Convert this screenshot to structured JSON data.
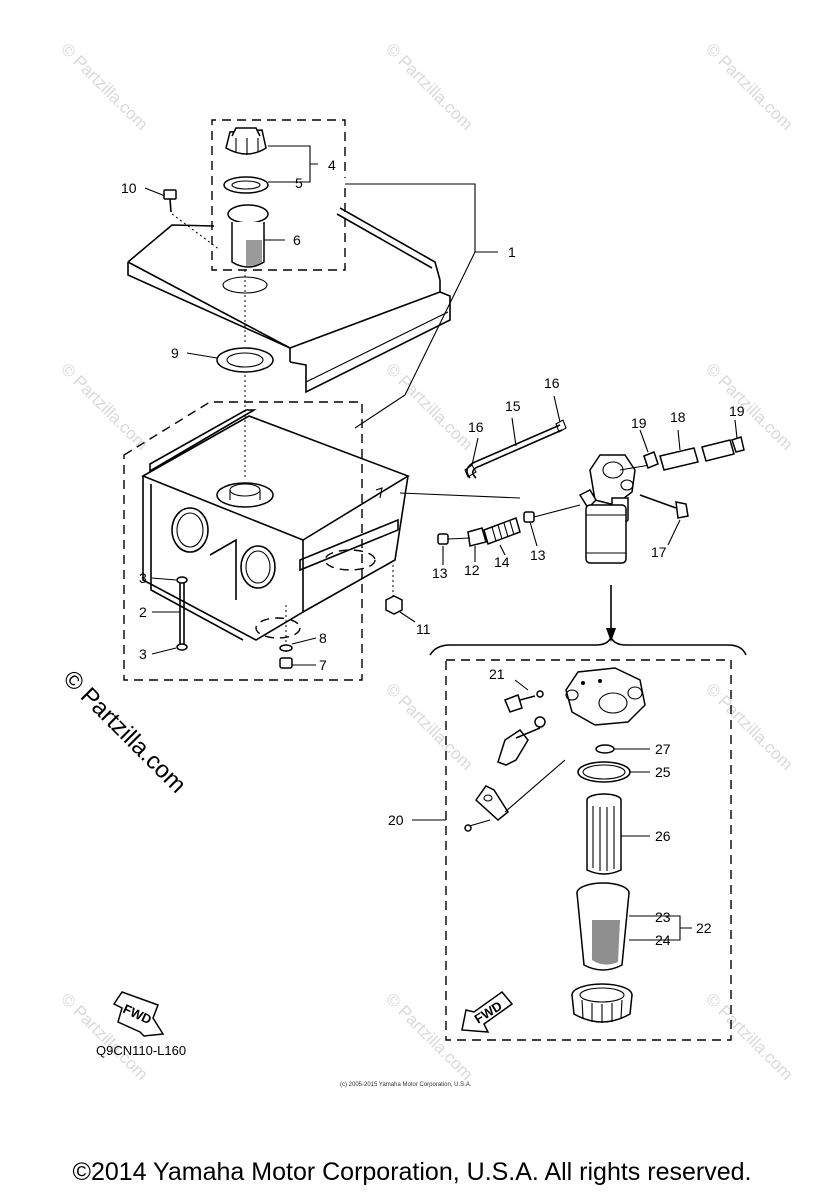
{
  "watermark": "© Partzilla.com",
  "watermark_large": "© Partzilla.com",
  "diagram_code": "Q9CN110-L160",
  "fwd_label": "FWD",
  "fine_print": "(c) 2005-2015 Yamaha Motor Corporation, U.S.A.",
  "copyright": "©2014 Yamaha Motor Corporation, U.S.A. All rights reserved.",
  "callouts": [
    "1",
    "2",
    "3",
    "3",
    "4",
    "5",
    "6",
    "7",
    "8",
    "9",
    "10",
    "11",
    "12",
    "13",
    "13",
    "14",
    "15",
    "16",
    "16",
    "17",
    "18",
    "19",
    "19",
    "20",
    "21",
    "22",
    "23",
    "24",
    "25",
    "26",
    "27"
  ]
}
